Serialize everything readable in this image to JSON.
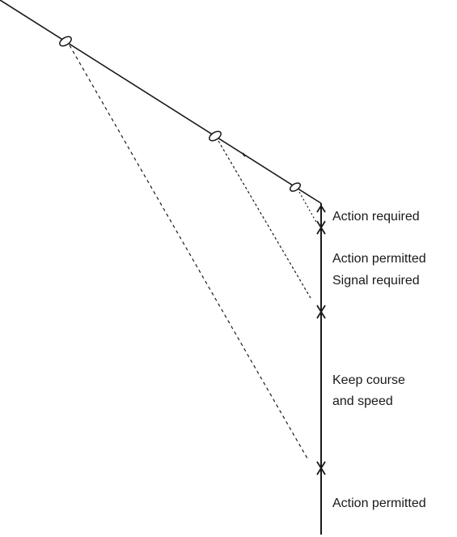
{
  "zones": {
    "action_required": "Action required",
    "action_permitted_signal": {
      "line1": "Action permitted",
      "line2": "Signal required"
    },
    "keep_course": {
      "line1": "Keep course",
      "line2": "and speed"
    },
    "action_permitted": "Action permitted"
  },
  "colors": {
    "line": "#1a1a1a",
    "background": "#ffffff"
  }
}
